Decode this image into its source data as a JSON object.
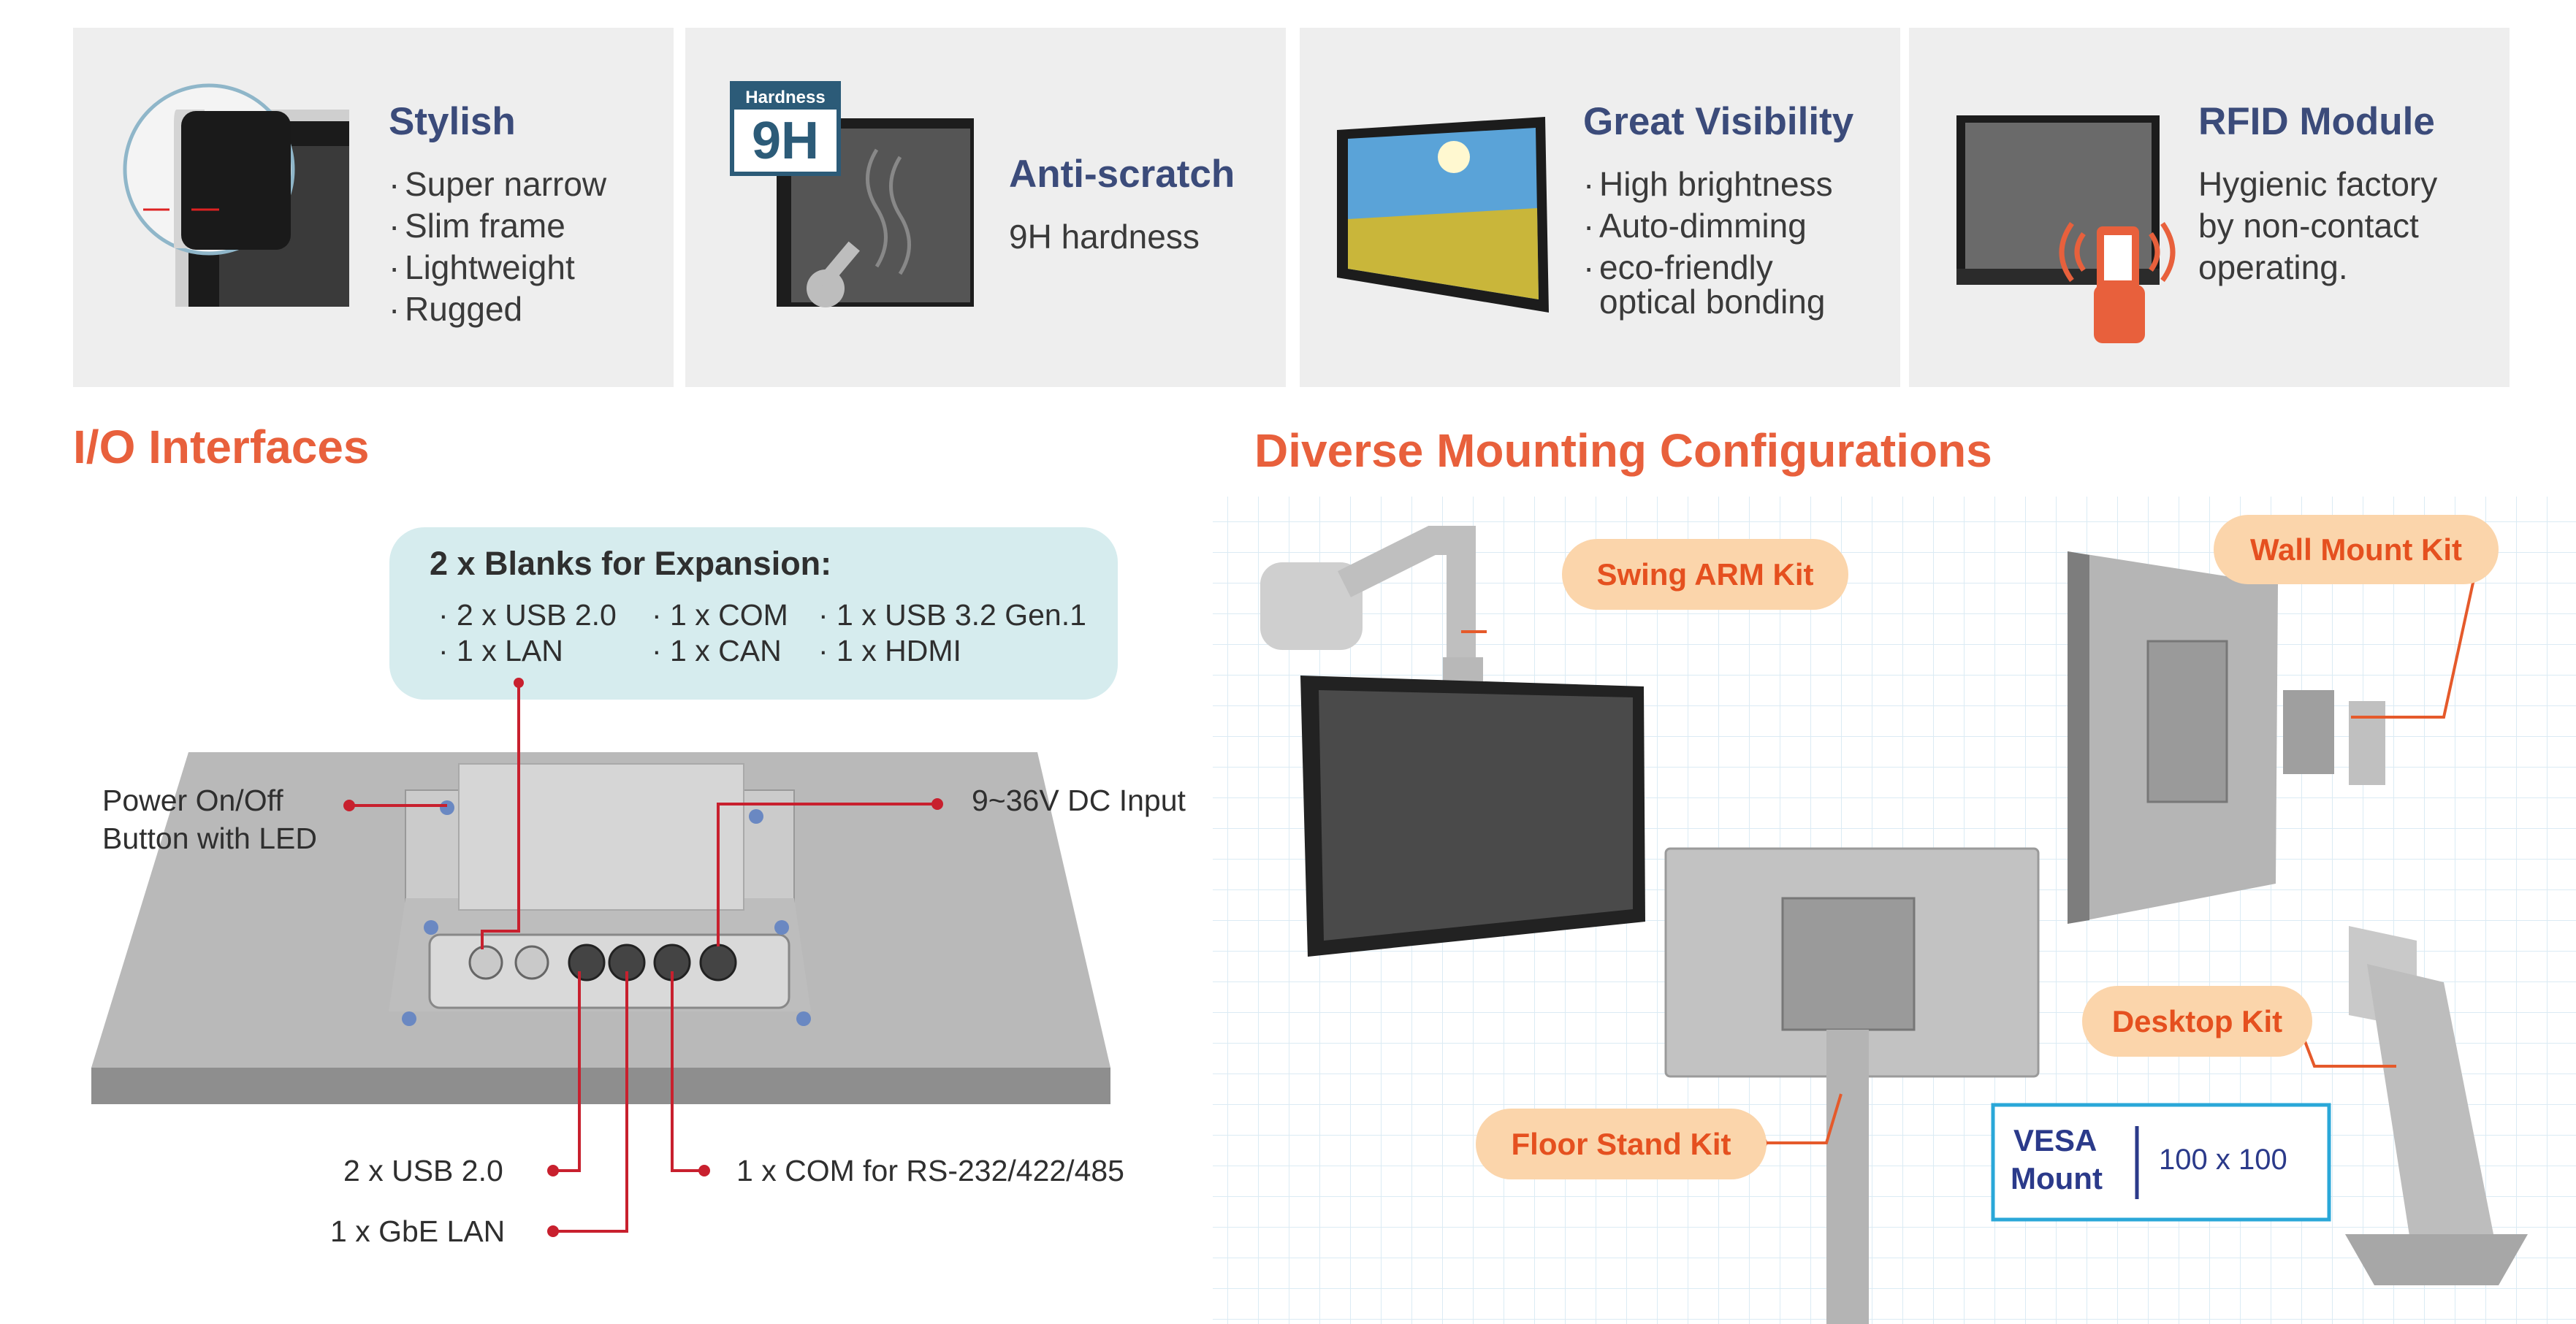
{
  "features": [
    {
      "title": "Stylish",
      "bullets": [
        "Super narrow",
        "Slim frame",
        "Lightweight",
        "Rugged"
      ]
    },
    {
      "badge_top": "Hardness",
      "badge_big": "9H",
      "title": "Anti-scratch",
      "text": "9H hardness"
    },
    {
      "title": "Great Visibility",
      "bullets": [
        "High brightness",
        "Auto-dimming",
        "eco-friendly"
      ],
      "bullet_cont": "optical bonding"
    },
    {
      "title": "RFID Module",
      "lines": [
        "Hygienic factory",
        "by non-contact",
        "operating."
      ]
    }
  ],
  "io": {
    "title": "I/O Interfaces",
    "expansion_title": "2 x Blanks for Expansion:",
    "expansion_items": [
      "2 x USB 2.0",
      "1 x COM",
      "1 x USB 3.2 Gen.1",
      "1 x LAN",
      "1 x CAN",
      "1 x HDMI"
    ],
    "power_label": [
      "Power On/Off",
      "Button with LED"
    ],
    "dc_label": "9~36V DC Input",
    "usb_label": "2 x USB 2.0",
    "lan_label": "1 x GbE LAN",
    "com_label": "1 x COM for RS-232/422/485"
  },
  "mounting": {
    "title": "Diverse Mounting Configurations",
    "swing": "Swing ARM Kit",
    "wall": "Wall Mount Kit",
    "desktop": "Desktop Kit",
    "floor": "Floor Stand Kit",
    "vesa_label": [
      "VESA",
      "Mount"
    ],
    "vesa_value": "100 x 100"
  },
  "colors": {
    "accent": "#e8603c",
    "title_blue": "#3b4b7a",
    "callout_line": "#c8202e",
    "pill_bg": "#fbd5ab",
    "vesa_border": "#2aa7d8"
  }
}
